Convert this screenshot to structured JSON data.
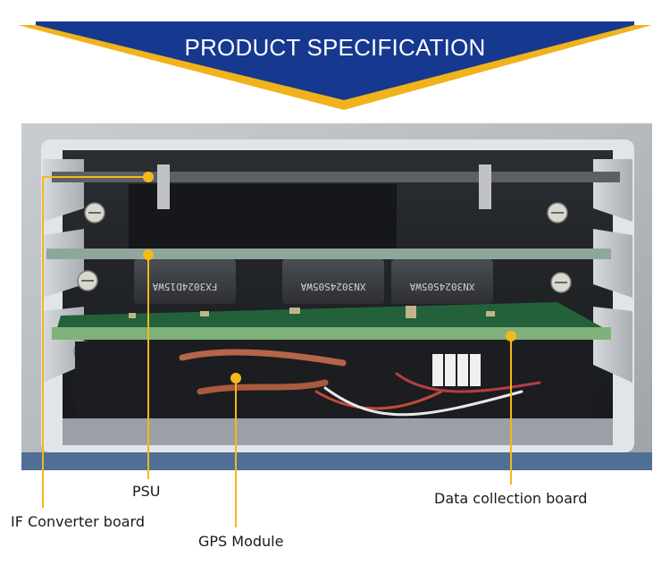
{
  "banner": {
    "title": "PRODUCT SPECIFICATION",
    "colors": {
      "navy": "#16388f",
      "gold": "#f2b21c",
      "text": "#ffffff"
    }
  },
  "photo": {
    "module_labels": [
      "FX3024D15WA",
      "XN3024S05WA",
      "XN3024S05WA"
    ]
  },
  "callouts": {
    "line_color": "#f5b81a",
    "psu": "PSU",
    "data_collection_board": "Data collection board",
    "if_converter_board": "IF Converter board",
    "gps_module": "GPS Module"
  }
}
